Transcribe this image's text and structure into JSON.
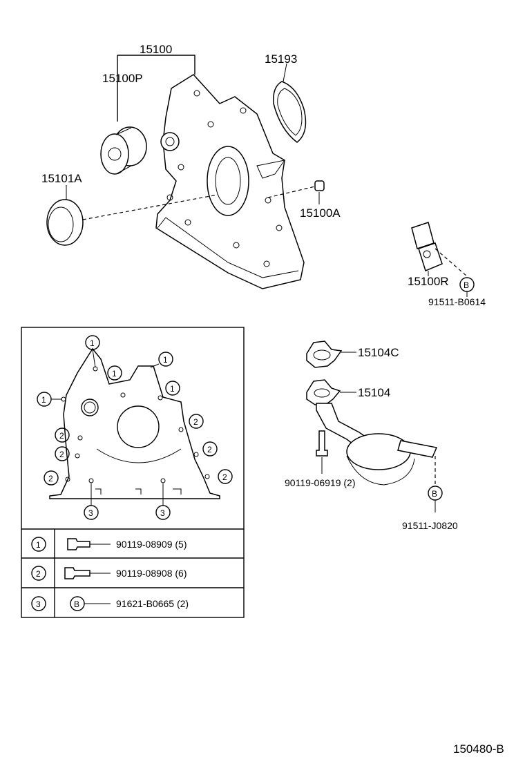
{
  "parts": {
    "oil_pump_assy": "15100",
    "oil_pump_gear_set": "15100P",
    "gasket_15193": "15193",
    "oil_seal": "15101A",
    "pin_15100a": "15100A",
    "relief_valve": "15100R",
    "bolt_b0614": "91511-B0614",
    "strainer_gasket": "15104C",
    "oil_strainer": "15104",
    "stud_bolt": "90119-06919 (2)",
    "bolt_j0820": "91511-J0820"
  },
  "callouts": {
    "one": "1",
    "two": "2",
    "three": "3",
    "b": "B"
  },
  "legend": [
    {
      "key": "1",
      "part": "90119-08909 (5)"
    },
    {
      "key": "2",
      "part": "90119-08908 (6)"
    },
    {
      "key": "3",
      "marker": "B",
      "part": "91621-B0665 (2)"
    }
  ],
  "figure_id": "150480-B"
}
